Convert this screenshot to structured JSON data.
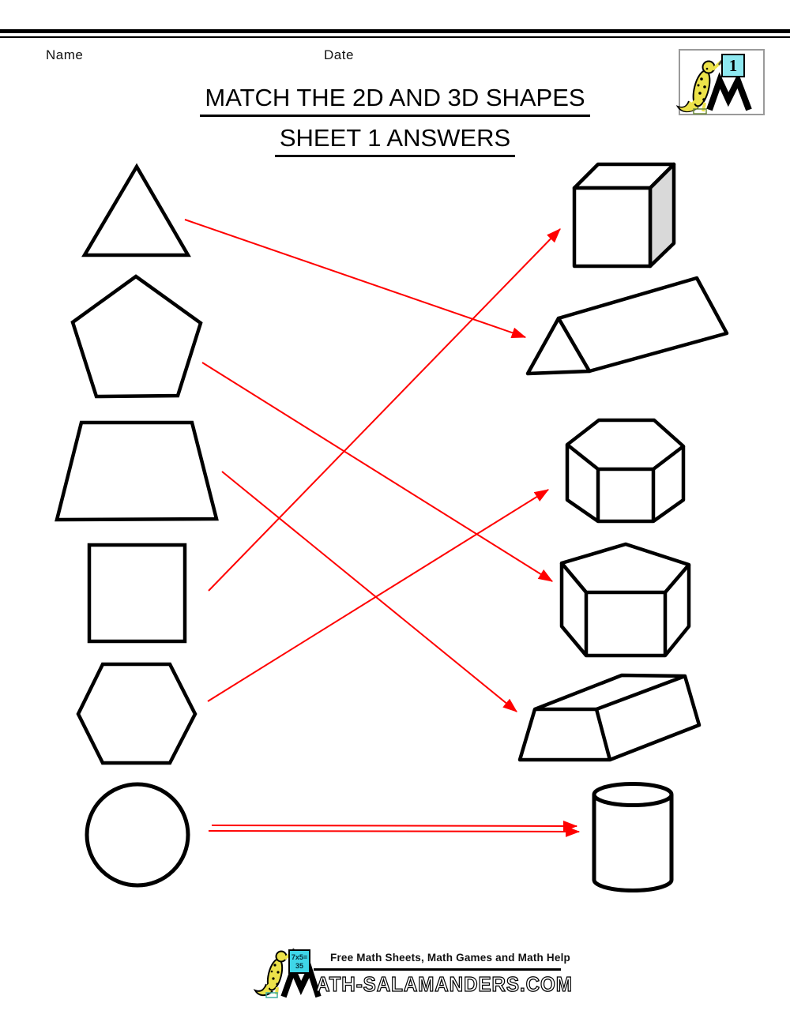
{
  "page": {
    "name_label": "Name",
    "date_label": "Date",
    "title_line1": "MATCH THE 2D AND 3D SHAPES",
    "title_line2": "SHEET 1 ANSWERS"
  },
  "corner_logo": {
    "number": "1"
  },
  "worksheet": {
    "left_shapes": [
      "triangle",
      "pentagon",
      "trapezoid",
      "square",
      "hexagon",
      "circle"
    ],
    "right_shapes": [
      "cube",
      "triangular-prism",
      "hexagonal-prism",
      "pentagonal-prism",
      "trapezoidal-prism",
      "cylinder"
    ],
    "matches": [
      {
        "from": "triangle",
        "to": "triangular-prism"
      },
      {
        "from": "pentagon",
        "to": "pentagonal-prism"
      },
      {
        "from": "trapezoid",
        "to": "trapezoidal-prism"
      },
      {
        "from": "square",
        "to": "cube"
      },
      {
        "from": "hexagon",
        "to": "hexagonal-prism"
      },
      {
        "from": "circle",
        "to": "cylinder",
        "style": "double-arrow"
      }
    ],
    "arrow_color": "#ff0000",
    "shape_outline_color": "#000000",
    "cube_shaded_face_color": "#d9d9d9"
  },
  "footer": {
    "board_line1": "7x5=",
    "board_line2": "35",
    "tagline": "Free Math Sheets, Math Games and Math Help",
    "site_text": "ATH-SALAMANDERS.COM"
  }
}
